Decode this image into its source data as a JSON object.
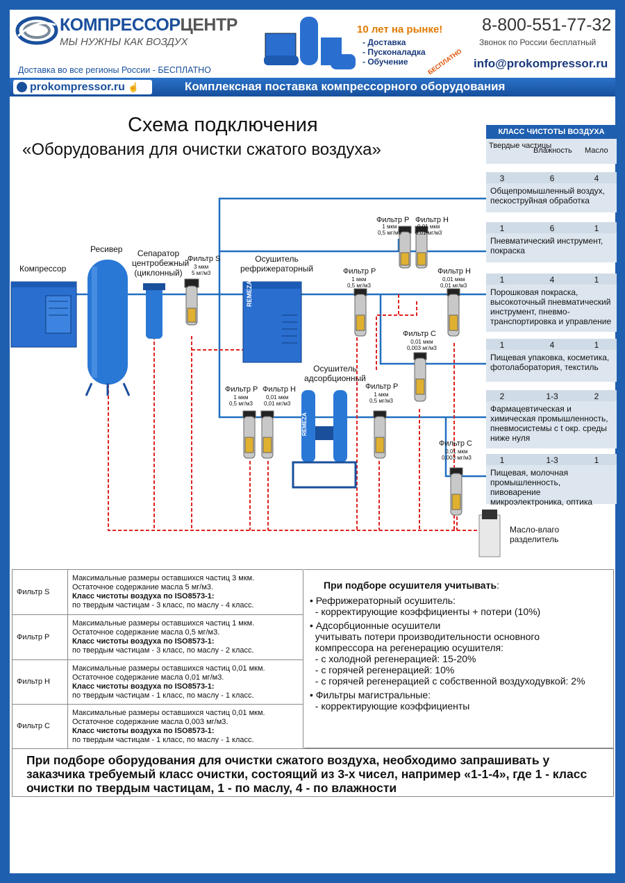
{
  "header": {
    "logo_main_a": "КОМПРЕССОР",
    "logo_main_b": "ЦЕНТР",
    "logo_sub": "МЫ НУЖНЫ КАК ВОЗДУХ",
    "delivery": "Доставка во все регионы России - БЕСПЛАТНО",
    "years": "10 лет на рынке!",
    "bullets": [
      "- Доставка",
      "- Пусконаладка",
      "- Обучение"
    ],
    "free_badge": "БЕСПЛАТНО",
    "phone": "8-800-551-77-32",
    "phone_sub": "Звонок по России бесплатный",
    "email": "info@prokompressor.ru",
    "site": "prokompressor.ru",
    "tagline": "Комплексная поставка компрессорного оборудования"
  },
  "title": {
    "line1": "Схема подключения",
    "line2": "«Оборудования для очистки сжатого воздуха»"
  },
  "diagram": {
    "compressor": "Компрессор",
    "receiver": "Ресивер",
    "separator": [
      "Сепаратор",
      "центробежный",
      "(циклонный)"
    ],
    "filter_s": {
      "name": "Фильтр S",
      "spec": [
        "3 мкм",
        "5 мг/м3"
      ]
    },
    "refrigerator_dryer": [
      "Осушитель",
      "рефрижераторный"
    ],
    "adsorption_dryer": [
      "Осушитель",
      "адсорбционный"
    ],
    "filter_p": "Фильтр P",
    "filter_h": "Фильтр H",
    "filter_c": "Фильтр C",
    "spec_p": [
      "1 мкм",
      "0,5 мг/м3"
    ],
    "spec_h": [
      "0,01 мкм",
      "0,01 мг/м3"
    ],
    "spec_c": [
      "0,01 мкм",
      "0,003 мг/м3"
    ],
    "oil_separator": [
      "Масло-влаго",
      "разделитель"
    ],
    "brand_text": "REMEZA"
  },
  "air_class": {
    "header": "КЛАСС ЧИСТОТЫ ВОЗДУХА",
    "columns": [
      "Твердые частицы",
      "Влажность",
      "Масло"
    ],
    "rows": [
      {
        "values": [
          "3",
          "6",
          "4"
        ],
        "desc": "Общепромышленный воздух, пескоструйная обработка"
      },
      {
        "values": [
          "1",
          "6",
          "1"
        ],
        "desc": "Пневматический инструмент, покраска"
      },
      {
        "values": [
          "1",
          "4",
          "1"
        ],
        "desc": "Порошковая покраска, высокоточный пневматический инструмент, пневмо-транспортировка и управление"
      },
      {
        "values": [
          "1",
          "4",
          "1"
        ],
        "desc": "Пищевая упаковка, косметика, фотолаборатория, текстиль"
      },
      {
        "values": [
          "2",
          "1-3",
          "2"
        ],
        "desc": "Фармацевтическая и химическая промышленность, пневмосистемы с t окр. среды ниже нуля"
      },
      {
        "values": [
          "1",
          "1-3",
          "1"
        ],
        "desc": "Пищевая, молочная промышленность, пивоварение микроэлектроника, оптика"
      }
    ]
  },
  "filters_table": [
    {
      "name": "Фильтр S",
      "l1": "Максимальные размеры оставшихся частиц 3 мкм.",
      "l2": "Остаточное содержание масла 5 мг/м3.",
      "l3": "Класс чистоты воздуха по ISO8573-1:",
      "l4": "по твердым частицам - 3 класс, по маслу - 4 класс."
    },
    {
      "name": "Фильтр P",
      "l1": "Максимальные размеры оставшихся частиц 1 мкм.",
      "l2": "Остаточное содержание масла 0,5 мг/м3.",
      "l3": "Класс чистоты воздуха по ISO8573-1:",
      "l4": "по твердым частицам - 3 класс, по маслу - 2 класс."
    },
    {
      "name": "Фильтр H",
      "l1": "Максимальные размеры оставшихся частиц 0,01 мкм.",
      "l2": "Остаточное содержание масла 0,01 мг/м3.",
      "l3": "Класс чистоты воздуха по ISO8573-1:",
      "l4": "по твердым частицам - 1 класс, по маслу - 1 класс."
    },
    {
      "name": "Фильтр C",
      "l1": "Максимальные размеры оставшихся частиц 0,01 мкм.",
      "l2": "Остаточное содержание масла 0,003 мг/м3.",
      "l3": "Класс чистоты воздуха по ISO8573-1:",
      "l4": "по твердым частицам - 1 класс, по маслу - 1 класс."
    }
  ],
  "dryer_notes": {
    "title": "При подборе осушителя учитывать",
    "title_colon": ":",
    "items": [
      "• Рефрижераторный осушитель:",
      "  - корректирующие коэффициенты + потери (10%)",
      "• Адсорбционные осушители",
      "  учитывать потери производительности основного",
      "  компрессора на регенерацию осушителя:",
      "  - с холодной регенерацией: 15-20%",
      "  - с горячей регенерацией: 10%",
      "  - с горячей регенерацией с собственной воздуходувкой: 2%",
      "• Фильтры магистральные:",
      "  - корректирующие коэффициенты"
    ]
  },
  "bottom_note": "При подборе оборудования для очистки сжатого воздуха, необходимо запрашивать у заказчика требуемый класс очистки, состоящий из 3-х чисел, например «1-1-4», где 1 - класс очистки по твердым частицам, 1 - по маслу, 4 - по влажности",
  "colors": {
    "frame": "#1f5fb0",
    "pipe": "#1f6fc0",
    "drain": "#e02020",
    "equipment": "#2a6fcf"
  }
}
